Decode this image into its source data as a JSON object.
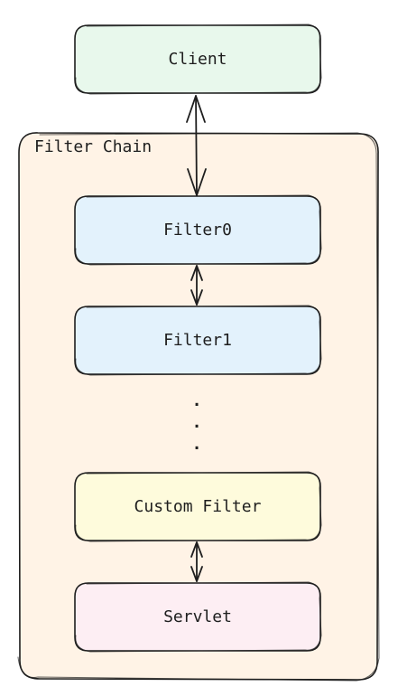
{
  "group": {
    "label": "Filter Chain",
    "fill": "#fff3e6"
  },
  "nodes": {
    "client": {
      "label": "Client",
      "fill": "#e8f8ec"
    },
    "filter0": {
      "label": "Filter0",
      "fill": "#e3f2fc"
    },
    "filter1": {
      "label": "Filter1",
      "fill": "#e3f2fc"
    },
    "custom_filter": {
      "label": "Custom Filter",
      "fill": "#fefbdc"
    },
    "servlet": {
      "label": "Servlet",
      "fill": "#fdeef3"
    }
  },
  "ellipsis": ".",
  "edges": [
    {
      "from": "Client",
      "to": "Filter0",
      "direction": "both"
    },
    {
      "from": "Filter0",
      "to": "Filter1",
      "direction": "both"
    },
    {
      "from": "Custom Filter",
      "to": "Servlet",
      "direction": "both"
    }
  ]
}
